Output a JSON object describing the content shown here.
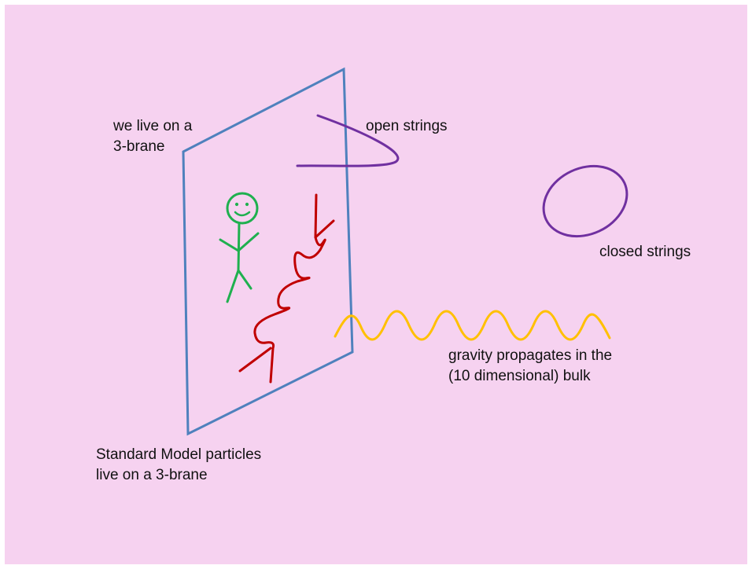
{
  "labels": {
    "brane_note": {
      "line1": "we live on a",
      "line2": "3-brane"
    },
    "open_strings": "open strings",
    "closed_strings": "closed strings",
    "gravity": {
      "line1": "gravity propagates in the",
      "line2": "(10 dimensional) bulk"
    },
    "standard_model": {
      "line1": "Standard Model particles",
      "line2": "live on a 3-brane"
    }
  },
  "colors": {
    "background": "#f6d2f0",
    "brane": "#4f81bd",
    "open_string": "#7030a0",
    "closed_string": "#7030a0",
    "stick_figure": "#1fb04f",
    "photon": "#c00000",
    "graviton": "#ffc000"
  },
  "icons": {
    "person": "stick-figure-icon"
  }
}
